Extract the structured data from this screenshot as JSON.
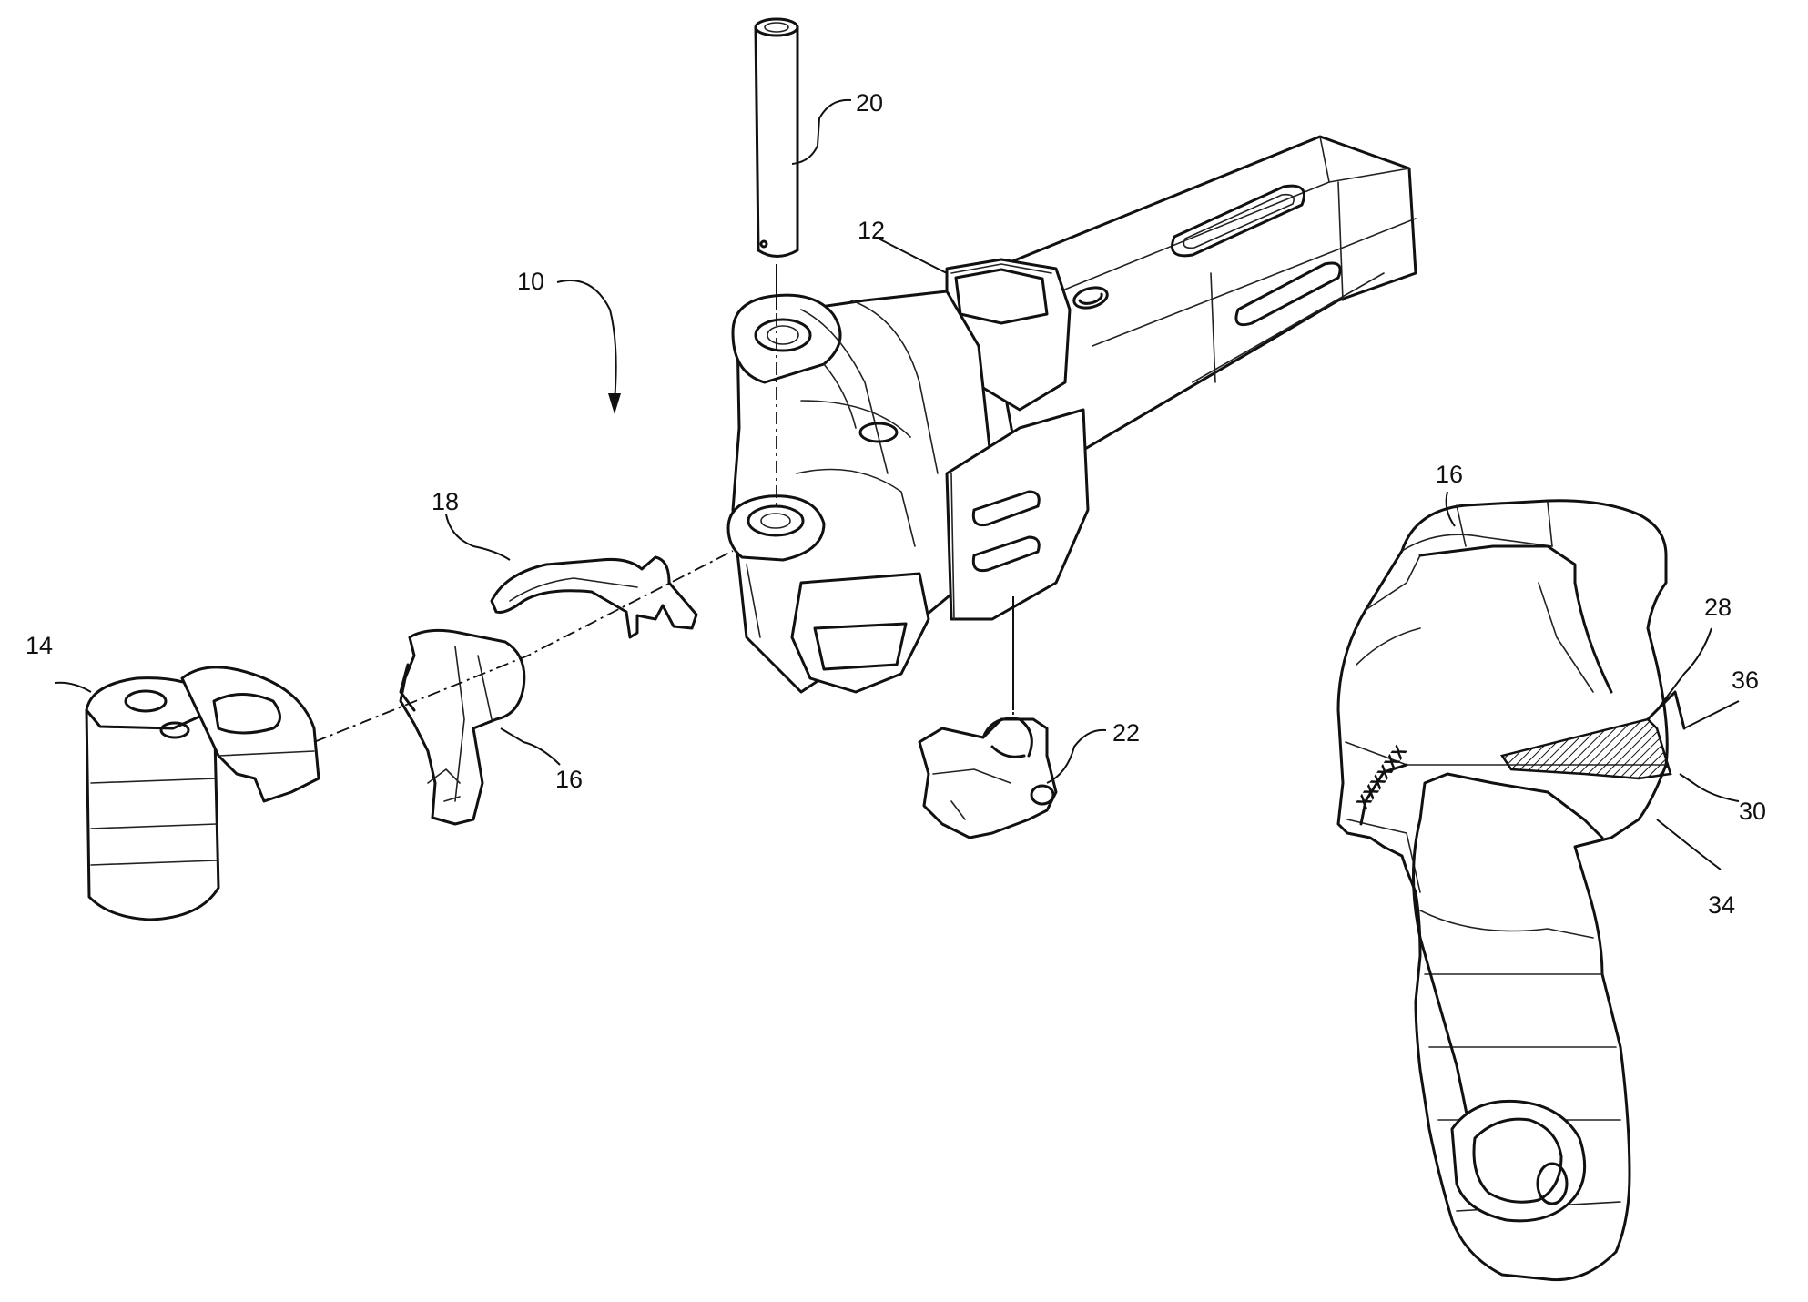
{
  "figure": {
    "labels": {
      "assembly": "10",
      "coupler_body": "12",
      "knuckle": "14",
      "lock": "16",
      "lock_lifter": "18",
      "pin": "20",
      "thrower": "22",
      "lock_detail": "16",
      "surface_28": "28",
      "surface_30": "30",
      "surface_34": "34",
      "surface_36": "36"
    },
    "stamp_text": "XXXXXX"
  }
}
